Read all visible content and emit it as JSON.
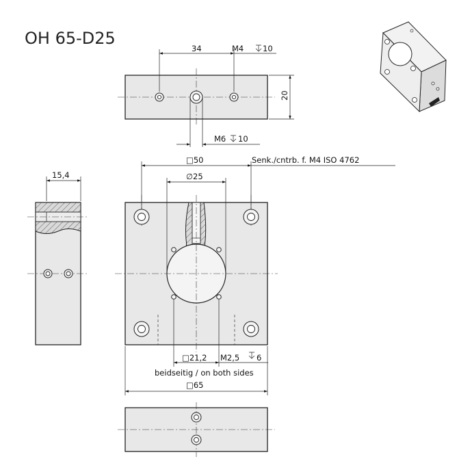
{
  "title": "OH 65-D25",
  "labels": {
    "top_spacing": "34",
    "top_thread": "M4",
    "top_thread_depth": "10",
    "top_height": "20",
    "m6_thread": "M6",
    "m6_depth": "10",
    "square_50": "□50",
    "counterbore_note": "Senk./cntrb. f. M4 ISO 4762",
    "bore_diameter": "∅25",
    "side_width": "15,4",
    "square_21": "□21,2",
    "m25_thread": "M2,5",
    "m25_depth": "6",
    "both_sides": "beidseitig / on both sides",
    "square_65": "□65"
  }
}
